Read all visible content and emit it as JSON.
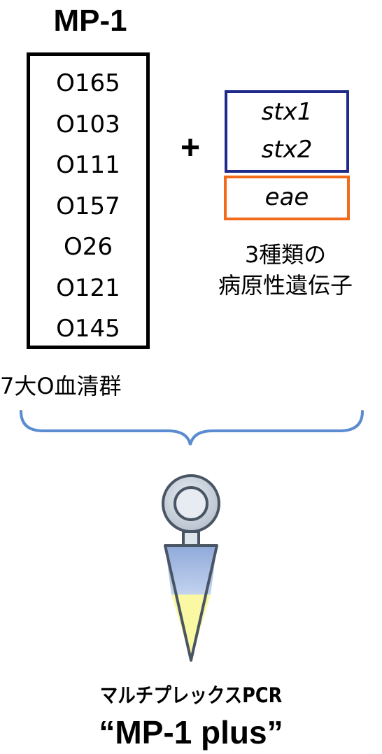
{
  "title": "MP-1",
  "serogroups": [
    "O165",
    "O103",
    "O111",
    "O157",
    "O26",
    "O121",
    "O145"
  ],
  "serogroup_caption": "7大O血清群",
  "plus_sign": "+",
  "stx_genes": [
    "stx1",
    "stx2"
  ],
  "eae_gene": "eae",
  "gene_caption_line1": "3種類の",
  "gene_caption_line2": "病原性遺伝子",
  "method_label": "マルチプレックスPCR",
  "product_name": "“MP-1 plus”",
  "colors": {
    "stx_box": "#1f2a8a",
    "eae_box": "#f26b1d",
    "brace": "#5b8bd0",
    "tube_blue": "#a9c0e6",
    "tube_yellow": "#fbf8a4"
  },
  "icons": [
    "curly-brace",
    "pcr-tube-icon"
  ]
}
